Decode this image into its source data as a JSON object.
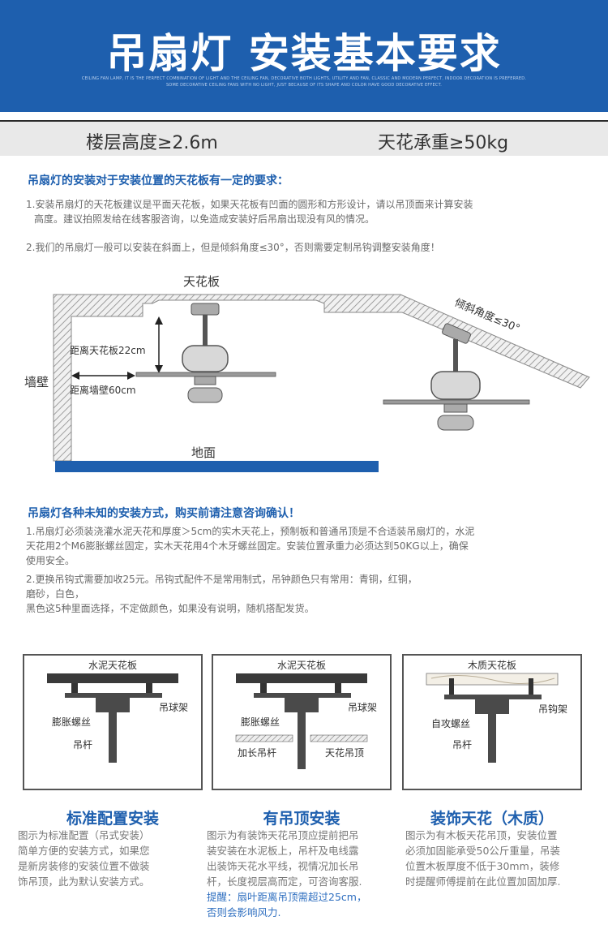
{
  "header": {
    "title": "吊扇灯 安装基本要求",
    "subtitle_line1": "CEILING FAN LAMP, IT IS THE PERFECT COMBINATION OF LIGHT AND THE CEILING FAN, DECORATIVE BOTH LIGHTS, UTILITY AND FAN, CLASSIC AND MODERN PERFECT, INDOOR DECORATION IS PREFERRED.",
    "subtitle_line2": "SOME DECORATIVE CEILING FANS WITH NO LIGHT, JUST BECAUSE OF ITS SHAPE AND COLOR HAVE GOOD DECORATIVE EFFECT."
  },
  "band": {
    "left": "楼层高度≥2.6m",
    "right": "天花承重≥50kg"
  },
  "section1": {
    "title": "吊扇灯的安装对于安装位置的天花板有一定的要求：",
    "p1_line1": "1.安装吊扇灯的天花板建议是平面天花板，如果天花板有凹面的圆形和方形设计，请以吊顶面来计算安装",
    "p1_line2": "高度。建议拍照发给在线客服咨询，以免造成安装好后吊扇出现没有风的情况。",
    "p2": "2.我们的吊扇灯一般可以安装在斜面上，但是倾斜角度≤30°，否则需要定制吊钩调整安装角度！"
  },
  "diagram": {
    "ceiling_label": "天花板",
    "wall_label": "墙壁",
    "floor_label": "地面",
    "ceiling_distance": "距离天花板22cm",
    "wall_distance": "距离墙壁60cm",
    "slope_label": "倾斜角度≤30°"
  },
  "section2": {
    "title": "吊扇灯各种未知的安装方式，购买前请注意咨询确认！",
    "p1_line1": "1.吊扇灯必须装浇灌水泥天花和厚度＞5cm的实木天花上，预制板和普通吊顶是不合适装吊扇灯的，水泥",
    "p1_line2": "天花用2个M6膨胀螺丝固定，实木天花用4个木牙螺丝固定。安装位置承重力必须达到50KG以上，确保",
    "p1_line3": "使用安全。",
    "p2_line1": "2.更换吊钩式需要加收25元。吊钩式配件不是常用制式，吊钟颜色只有常用：青铜，红铜，",
    "p2_line2": "磨砂，白色，",
    "p2_line3": "黑色这5种里面选择，不定做颜色，如果没有说明，随机搭配发货。"
  },
  "boxes": [
    {
      "title": "水泥天花板",
      "bracket_label": "吊球架",
      "screw_label": "膨胀螺丝",
      "rod_label": "吊杆",
      "caption_title": "标准配置安装",
      "caption_lines": [
        "图示为标准配置（吊式安装）",
        "简单方便的安装方式，如果您",
        "是新房装修的安装位置不做装",
        "饰吊顶，此为默认安装方式。"
      ]
    },
    {
      "title": "水泥天花板",
      "bracket_label": "吊球架",
      "screw_label": "膨胀螺丝",
      "rod_label": "加长吊杆",
      "ceiling_label": "天花吊顶",
      "caption_title": "有吊顶安装",
      "caption_lines": [
        "图示为有装饰天花吊顶应提前把吊",
        "装安装在水泥板上，吊杆及电线露",
        "出装饰天花水平线，视情况加长吊",
        "杆，长度视层高而定，可咨询客服."
      ],
      "caption_note": [
        "提醒：扇叶距离吊顶需超过25cm，",
        "否则会影响风力."
      ]
    },
    {
      "title": "木质天花板",
      "bracket_label": "吊钩架",
      "screw_label": "自攻螺丝",
      "rod_label": "吊杆",
      "caption_title": "装饰天花（木质）",
      "caption_lines": [
        "图示为有木板天花吊顶，安装位置",
        "必须加固能承受50公斤重量，吊装",
        "位置木板厚度不低于30mm，装修",
        "时提醒师傅提前在此位置加固加厚."
      ]
    }
  ],
  "colors": {
    "brand_blue": "#1e5fae",
    "band_gray": "#e9e9e9"
  }
}
